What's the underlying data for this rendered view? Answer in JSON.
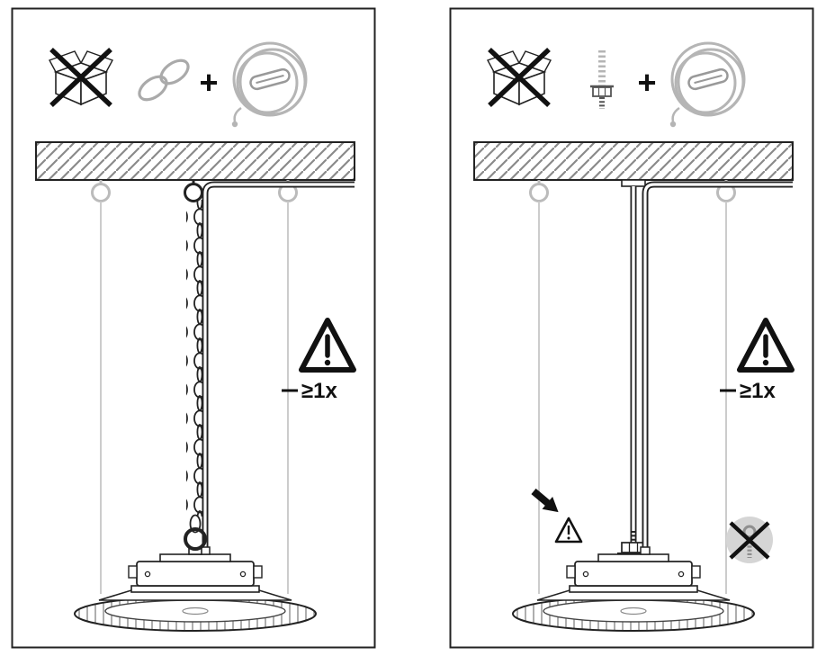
{
  "colors": {
    "line": "#1a1a1a",
    "faded": "#c2c2c2",
    "hatch": "#8a8a8a",
    "prohibited_fill": "#d5d5d5",
    "gray_icon": "#b5b5b5"
  },
  "panels": [
    {
      "name": "chain-suspension-mounting",
      "icons": [
        "no-packaging-icon",
        "chain-icon",
        "plus-sign",
        "safety-cable-coil-icon"
      ],
      "plus": "+",
      "min_label": "≥1x"
    },
    {
      "name": "threaded-rod-mounting",
      "icons": [
        "no-packaging-icon",
        "threaded-rod-icon",
        "plus-sign",
        "safety-cable-coil-icon",
        "no-eyebolt-icon",
        "small-warning-triangle-icon",
        "direction-arrow-icon"
      ],
      "plus": "+",
      "min_label": "≥1x"
    }
  ]
}
